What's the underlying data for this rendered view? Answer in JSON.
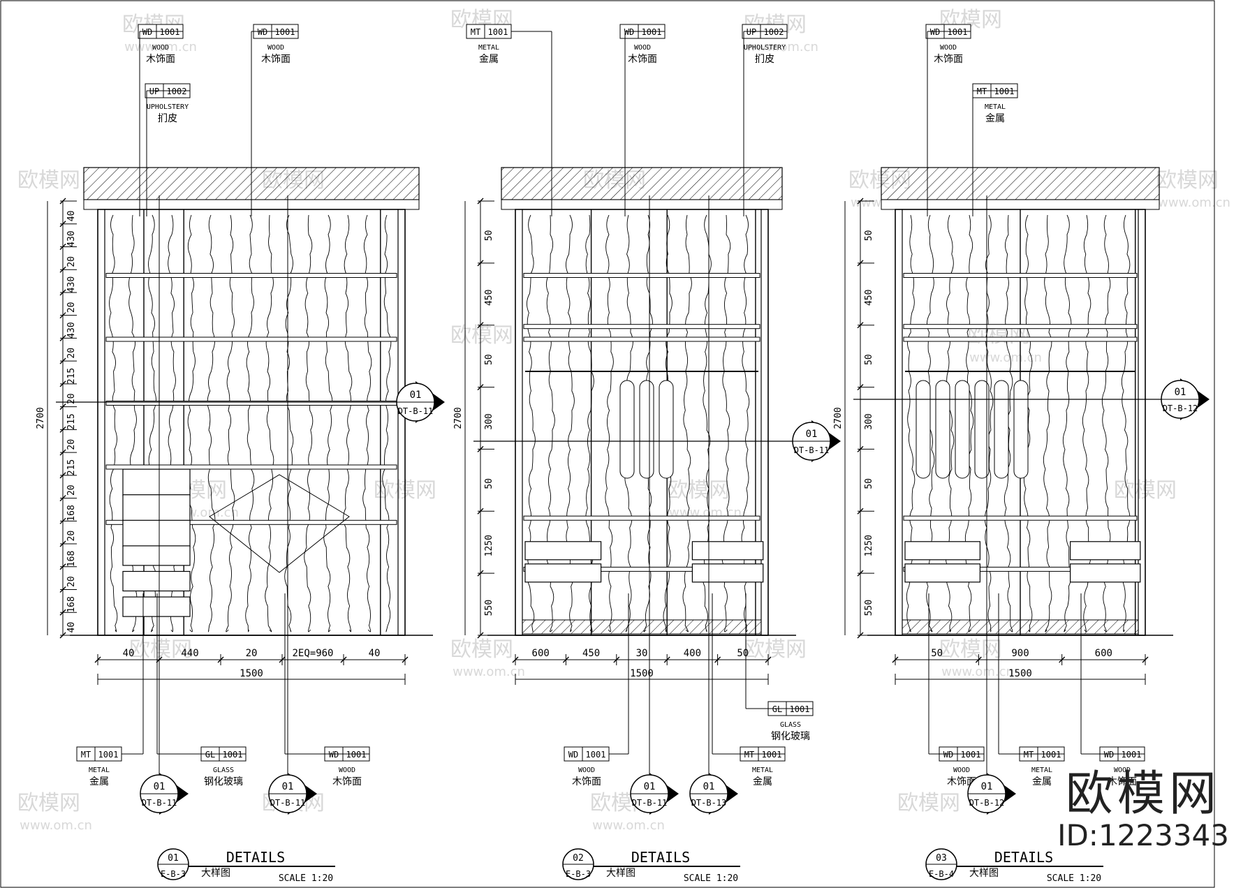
{
  "panels": [
    {
      "key": "p1",
      "detail": {
        "num": "01",
        "title": "DETAILS",
        "ref": "E-B-3",
        "subtitle": "大样图",
        "scale": "SCALE 1:20"
      },
      "section_tag": {
        "num": "01",
        "ref": "DT-B-11"
      },
      "top_tags": [
        {
          "code": "WD",
          "num": "1001",
          "en": "WOOD",
          "cn": "木饰面"
        },
        {
          "code": "WD",
          "num": "1001",
          "en": "WOOD",
          "cn": "木饰面"
        },
        {
          "code": "UP",
          "num": "1002",
          "en": "UPHOLSTERY",
          "cn": "扪皮"
        }
      ],
      "bottom_tags": [
        {
          "code": "MT",
          "num": "1001",
          "en": "METAL",
          "cn": "金属"
        },
        {
          "code": "GL",
          "num": "1001",
          "en": "GLASS",
          "cn": "钢化玻璃"
        },
        {
          "code": "WD",
          "num": "1001",
          "en": "WOOD",
          "cn": "木饰面"
        }
      ],
      "bottom_section_tags": [
        {
          "num": "01",
          "ref": "DT-B-11"
        },
        {
          "num": "01",
          "ref": "DT-B-11"
        }
      ],
      "vertical_dims": [
        "40",
        "430",
        "20",
        "430",
        "20",
        "430",
        "20",
        "215",
        "20",
        "215",
        "20",
        "215",
        "20",
        "168",
        "20",
        "168",
        "20",
        "168",
        "40"
      ],
      "overall_height": "2700",
      "horizontal_dims": [
        "40",
        "440",
        "20",
        "2EQ=960",
        "40"
      ],
      "overall_width": "1500"
    },
    {
      "key": "p2",
      "detail": {
        "num": "02",
        "title": "DETAILS",
        "ref": "E-B-3",
        "subtitle": "大样图",
        "scale": "SCALE 1:20"
      },
      "section_tag": {
        "num": "01",
        "ref": "DT-B-11"
      },
      "top_tags": [
        {
          "code": "MT",
          "num": "1001",
          "en": "METAL",
          "cn": "金属"
        },
        {
          "code": "WD",
          "num": "1001",
          "en": "WOOD",
          "cn": "木饰面"
        },
        {
          "code": "UP",
          "num": "1002",
          "en": "UPHOLSTERY",
          "cn": "扪皮"
        }
      ],
      "bottom_tags": [
        {
          "code": "WD",
          "num": "1001",
          "en": "WOOD",
          "cn": "木饰面"
        },
        {
          "code": "MT",
          "num": "1001",
          "en": "METAL",
          "cn": "金属"
        },
        {
          "code": "GL",
          "num": "1001",
          "en": "GLASS",
          "cn": "钢化玻璃"
        }
      ],
      "bottom_section_tags": [
        {
          "num": "01",
          "ref": "DT-B-11"
        },
        {
          "num": "01",
          "ref": "DT-B-13"
        }
      ],
      "vertical_dims": [
        "50",
        "450",
        "50",
        "300",
        "50",
        "1250",
        "550"
      ],
      "overall_height": "2700",
      "horizontal_dims": [
        "600",
        "450",
        "30",
        "400",
        "50"
      ],
      "overall_width": "1500"
    },
    {
      "key": "p3",
      "detail": {
        "num": "03",
        "title": "DETAILS",
        "ref": "E-B-4",
        "subtitle": "大样图",
        "scale": "SCALE 1:20"
      },
      "section_tag": {
        "num": "01",
        "ref": "DT-B-12"
      },
      "top_tags": [
        {
          "code": "WD",
          "num": "1001",
          "en": "WOOD",
          "cn": "木饰面"
        },
        {
          "code": "MT",
          "num": "1001",
          "en": "METAL",
          "cn": "金属"
        }
      ],
      "bottom_tags": [
        {
          "code": "WD",
          "num": "1001",
          "en": "WOOD",
          "cn": "木饰面"
        },
        {
          "code": "MT",
          "num": "1001",
          "en": "METAL",
          "cn": "金属"
        },
        {
          "code": "WD",
          "num": "1001",
          "en": "WOOD",
          "cn": "木饰面"
        }
      ],
      "bottom_section_tags": [
        {
          "num": "01",
          "ref": "DT-B-12"
        }
      ],
      "vertical_dims": [
        "50",
        "450",
        "50",
        "300",
        "50",
        "1250",
        "550"
      ],
      "overall_height": "2700",
      "horizontal_dims": [
        "50",
        "900",
        "600"
      ],
      "overall_width": "1500"
    }
  ],
  "watermark": {
    "text": "欧模网",
    "url": "www.om.cn",
    "short": "om.cn"
  },
  "brand": {
    "logo": "欧模网",
    "id": "ID:1223343"
  },
  "colors": {
    "line": "#000000",
    "watermark": "#d8d8d8"
  }
}
